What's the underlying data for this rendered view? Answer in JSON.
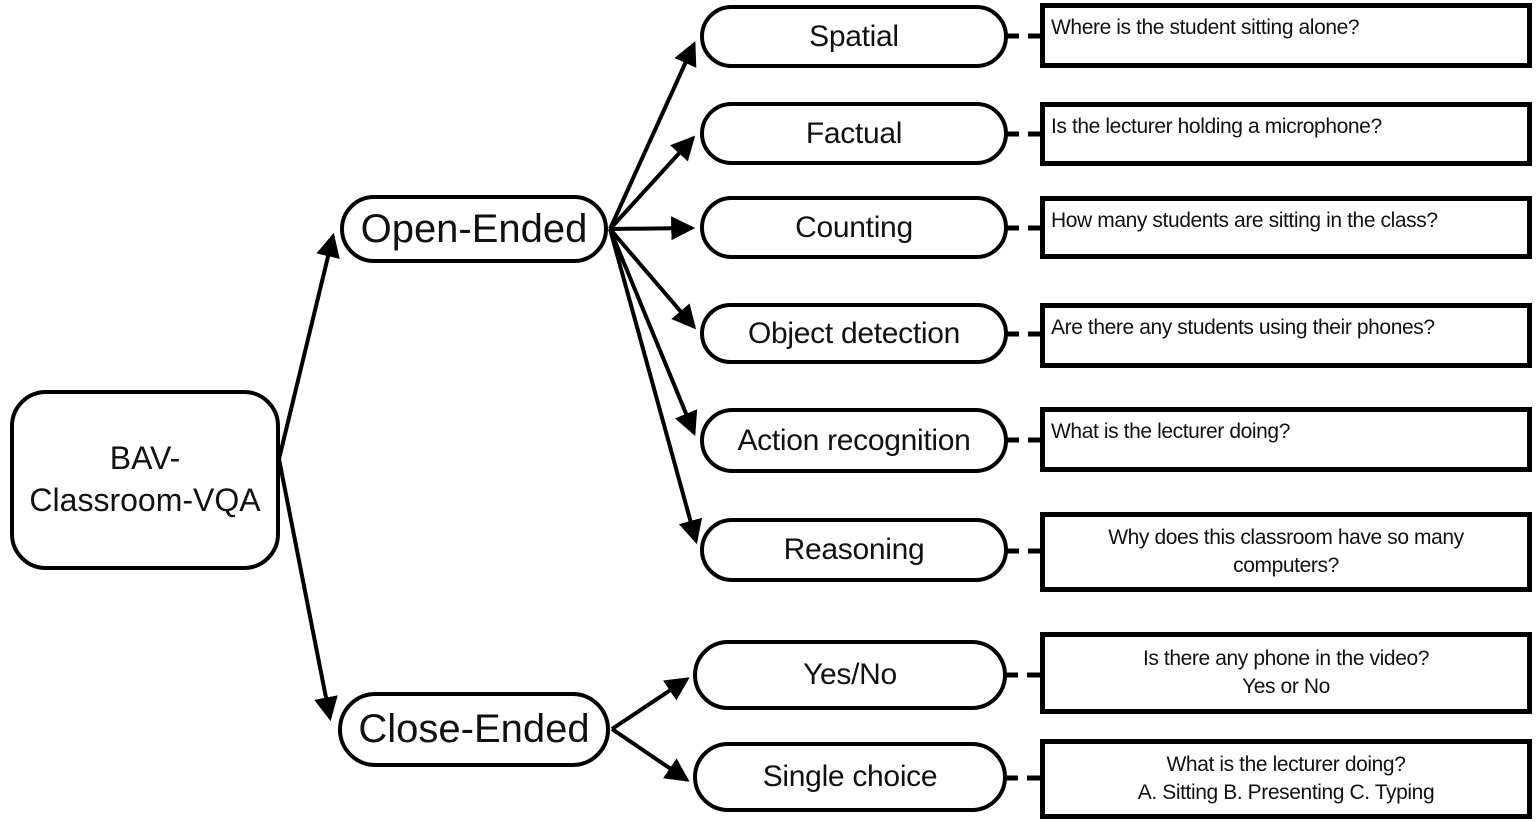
{
  "root": {
    "label": "BAV-Classroom-VQA"
  },
  "branches": {
    "open": {
      "label": "Open-Ended"
    },
    "close": {
      "label": "Close-Ended"
    }
  },
  "open_ended": [
    {
      "category": "Spatial",
      "example": "Where is the student sitting alone?"
    },
    {
      "category": "Factual",
      "example": "Is the lecturer holding a microphone?"
    },
    {
      "category": "Counting",
      "example": "How many students are sitting in the class?"
    },
    {
      "category": "Object detection",
      "example": "Are there any students using their phones?"
    },
    {
      "category": "Action recognition",
      "example": "What is the lecturer doing?"
    },
    {
      "category": "Reasoning",
      "example": "Why does this classroom have so many computers?"
    }
  ],
  "close_ended": [
    {
      "category": "Yes/No",
      "example_line1": "Is there any phone in the video?",
      "example_line2": "Yes or No"
    },
    {
      "category": "Single choice",
      "example_line1": "What is the lecturer doing?",
      "example_line2": "A. Sitting B. Presenting C. Typing"
    }
  ],
  "colors": {
    "stroke": "#000000",
    "background": "#ffffff",
    "text": "#111111"
  }
}
